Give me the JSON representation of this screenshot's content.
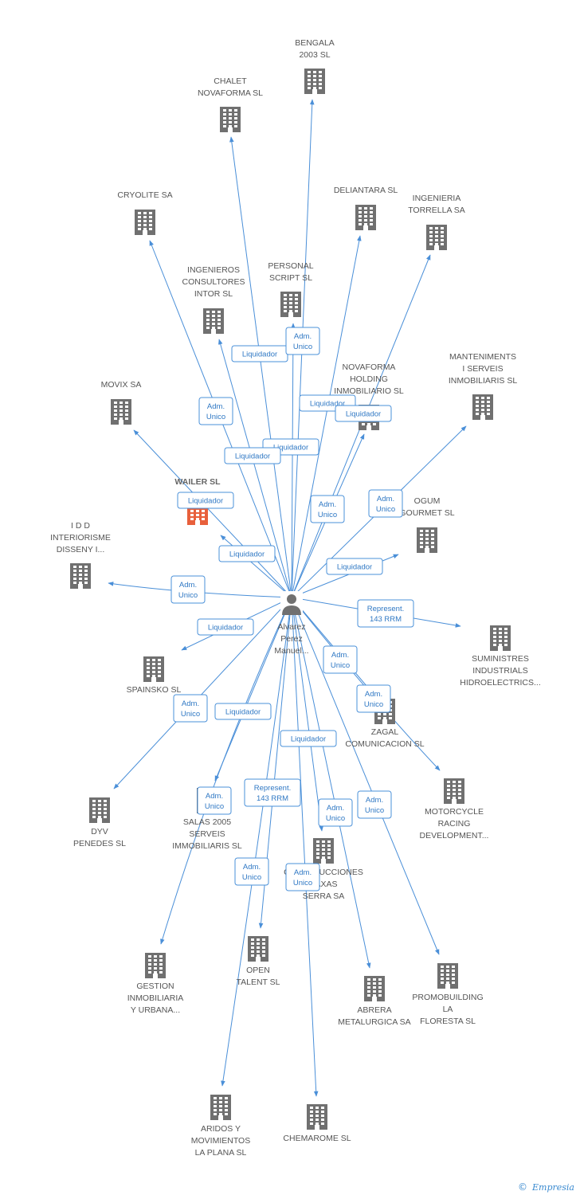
{
  "colors": {
    "edge": "#4a8fd8",
    "building": "#707070",
    "building_active": "#e8603c",
    "person": "#707070",
    "label": "#555555",
    "edge_label": "#2f78c4"
  },
  "person": {
    "lines": [
      "Alvarez",
      "Perez",
      "Manuel..."
    ],
    "icon": "person-icon"
  },
  "nodes": [
    {
      "id": "bengala",
      "lines": [
        "BENGALA",
        "2003 SL"
      ]
    },
    {
      "id": "chalet",
      "lines": [
        "CHALET",
        "NOVAFORMA SL"
      ]
    },
    {
      "id": "cryolite",
      "lines": [
        "CRYOLITE SA"
      ]
    },
    {
      "id": "deliantara",
      "lines": [
        "DELIANTARA SL"
      ]
    },
    {
      "id": "ingenieria",
      "lines": [
        "INGENIERIA",
        "TORRELLA SA"
      ]
    },
    {
      "id": "ingenieros",
      "lines": [
        "INGENIEROS",
        "CONSULTORES",
        "INTOR SL"
      ]
    },
    {
      "id": "personal",
      "lines": [
        "PERSONAL",
        "SCRIPT SL"
      ]
    },
    {
      "id": "manteniments",
      "lines": [
        "MANTENIMENTS",
        "I SERVEIS",
        "INMOBILIARIS SL"
      ]
    },
    {
      "id": "novaforma",
      "lines": [
        "NOVAFORMA",
        "HOLDING",
        "INMOBILIARIO SL"
      ]
    },
    {
      "id": "movix",
      "lines": [
        "MOVIX SA"
      ]
    },
    {
      "id": "wailer",
      "lines": [
        "WAILER SL"
      ],
      "active": true
    },
    {
      "id": "ogum",
      "lines": [
        "OGUM",
        "GOURMET SL"
      ]
    },
    {
      "id": "idd",
      "lines": [
        "I D D",
        "INTERIORISME",
        "DISSENY I..."
      ]
    },
    {
      "id": "suministres",
      "lines": [
        "SUMINISTRES",
        "INDUSTRIALS",
        "HIDROELECTRICS..."
      ]
    },
    {
      "id": "spainsko",
      "lines": [
        "SPAINSKO SL"
      ]
    },
    {
      "id": "zagal",
      "lines": [
        "ZAGAL",
        "COMUNICACION SL"
      ]
    },
    {
      "id": "dyv",
      "lines": [
        "DYV",
        "PENEDES SL"
      ]
    },
    {
      "id": "motorcycle",
      "lines": [
        "MOTORCYCLE",
        "RACING",
        "DEVELOPMENT..."
      ]
    },
    {
      "id": "salas",
      "lines": [
        "SALAS 2005",
        "SERVEIS",
        "IMMOBILIARIS SL"
      ]
    },
    {
      "id": "construcciones",
      "lines": [
        "CONSTRUCCIONES",
        "XAXAS",
        "SERRA SA"
      ]
    },
    {
      "id": "gestion",
      "lines": [
        "GESTION",
        "INMOBILIARIA",
        "Y URBANA..."
      ]
    },
    {
      "id": "open",
      "lines": [
        "OPEN",
        "TALENT SL"
      ]
    },
    {
      "id": "abrera",
      "lines": [
        "ABRERA",
        "METALURGICA SA"
      ]
    },
    {
      "id": "promobuilding",
      "lines": [
        "PROMOBUILDING",
        "LA",
        "FLORESTA SL"
      ]
    },
    {
      "id": "aridos",
      "lines": [
        "ARIDOS Y",
        "MOVIMIENTOS",
        "LA PLANA SL"
      ]
    },
    {
      "id": "chemarome",
      "lines": [
        "CHEMAROME SL"
      ]
    }
  ],
  "edges": [
    {
      "to": "bengala"
    },
    {
      "to": "chalet"
    },
    {
      "to": "cryolite"
    },
    {
      "to": "deliantara"
    },
    {
      "to": "ingenieria"
    },
    {
      "to": "ingenieros"
    },
    {
      "to": "personal"
    },
    {
      "to": "manteniments"
    },
    {
      "to": "novaforma"
    },
    {
      "to": "movix"
    },
    {
      "to": "wailer"
    },
    {
      "to": "ogum"
    },
    {
      "to": "idd"
    },
    {
      "to": "suministres"
    },
    {
      "to": "spainsko"
    },
    {
      "to": "zagal"
    },
    {
      "to": "dyv"
    },
    {
      "to": "motorcycle"
    },
    {
      "to": "salas"
    },
    {
      "to": "construcciones"
    },
    {
      "to": "gestion"
    },
    {
      "to": "open"
    },
    {
      "to": "abrera"
    },
    {
      "to": "promobuilding"
    },
    {
      "to": "aridos"
    },
    {
      "to": "chemarome"
    }
  ],
  "edge_labels": [
    {
      "lines": [
        "Liquidador"
      ]
    },
    {
      "lines": [
        "Adm.",
        "Unico"
      ]
    },
    {
      "lines": [
        "Liquidador"
      ]
    },
    {
      "lines": [
        "Liquidador"
      ]
    },
    {
      "lines": [
        "Adm.",
        "Unico"
      ]
    },
    {
      "lines": [
        "Liquidador"
      ]
    },
    {
      "lines": [
        "Liquidador"
      ]
    },
    {
      "lines": [
        "Liquidador"
      ]
    },
    {
      "lines": [
        "Adm.",
        "Unico"
      ]
    },
    {
      "lines": [
        "Adm.",
        "Unico"
      ]
    },
    {
      "lines": [
        "Liquidador"
      ]
    },
    {
      "lines": [
        "Liquidador"
      ]
    },
    {
      "lines": [
        "Adm.",
        "Unico"
      ]
    },
    {
      "lines": [
        "Represent.",
        "143 RRM"
      ]
    },
    {
      "lines": [
        "Liquidador"
      ]
    },
    {
      "lines": [
        "Adm.",
        "Unico"
      ]
    },
    {
      "lines": [
        "Adm.",
        "Unico"
      ]
    },
    {
      "lines": [
        "Adm.",
        "Unico"
      ]
    },
    {
      "lines": [
        "Liquidador"
      ]
    },
    {
      "lines": [
        "Liquidador"
      ]
    },
    {
      "lines": [
        "Adm.",
        "Unico"
      ]
    },
    {
      "lines": [
        "Represent.",
        "143 RRM"
      ]
    },
    {
      "lines": [
        "Adm.",
        "Unico"
      ]
    },
    {
      "lines": [
        "Adm.",
        "Unico"
      ]
    },
    {
      "lines": [
        "Adm.",
        "Unico"
      ]
    },
    {
      "lines": [
        "Adm.",
        "Unico"
      ]
    }
  ],
  "footer": {
    "copyright_symbol": "©",
    "brand": "Empresia"
  }
}
